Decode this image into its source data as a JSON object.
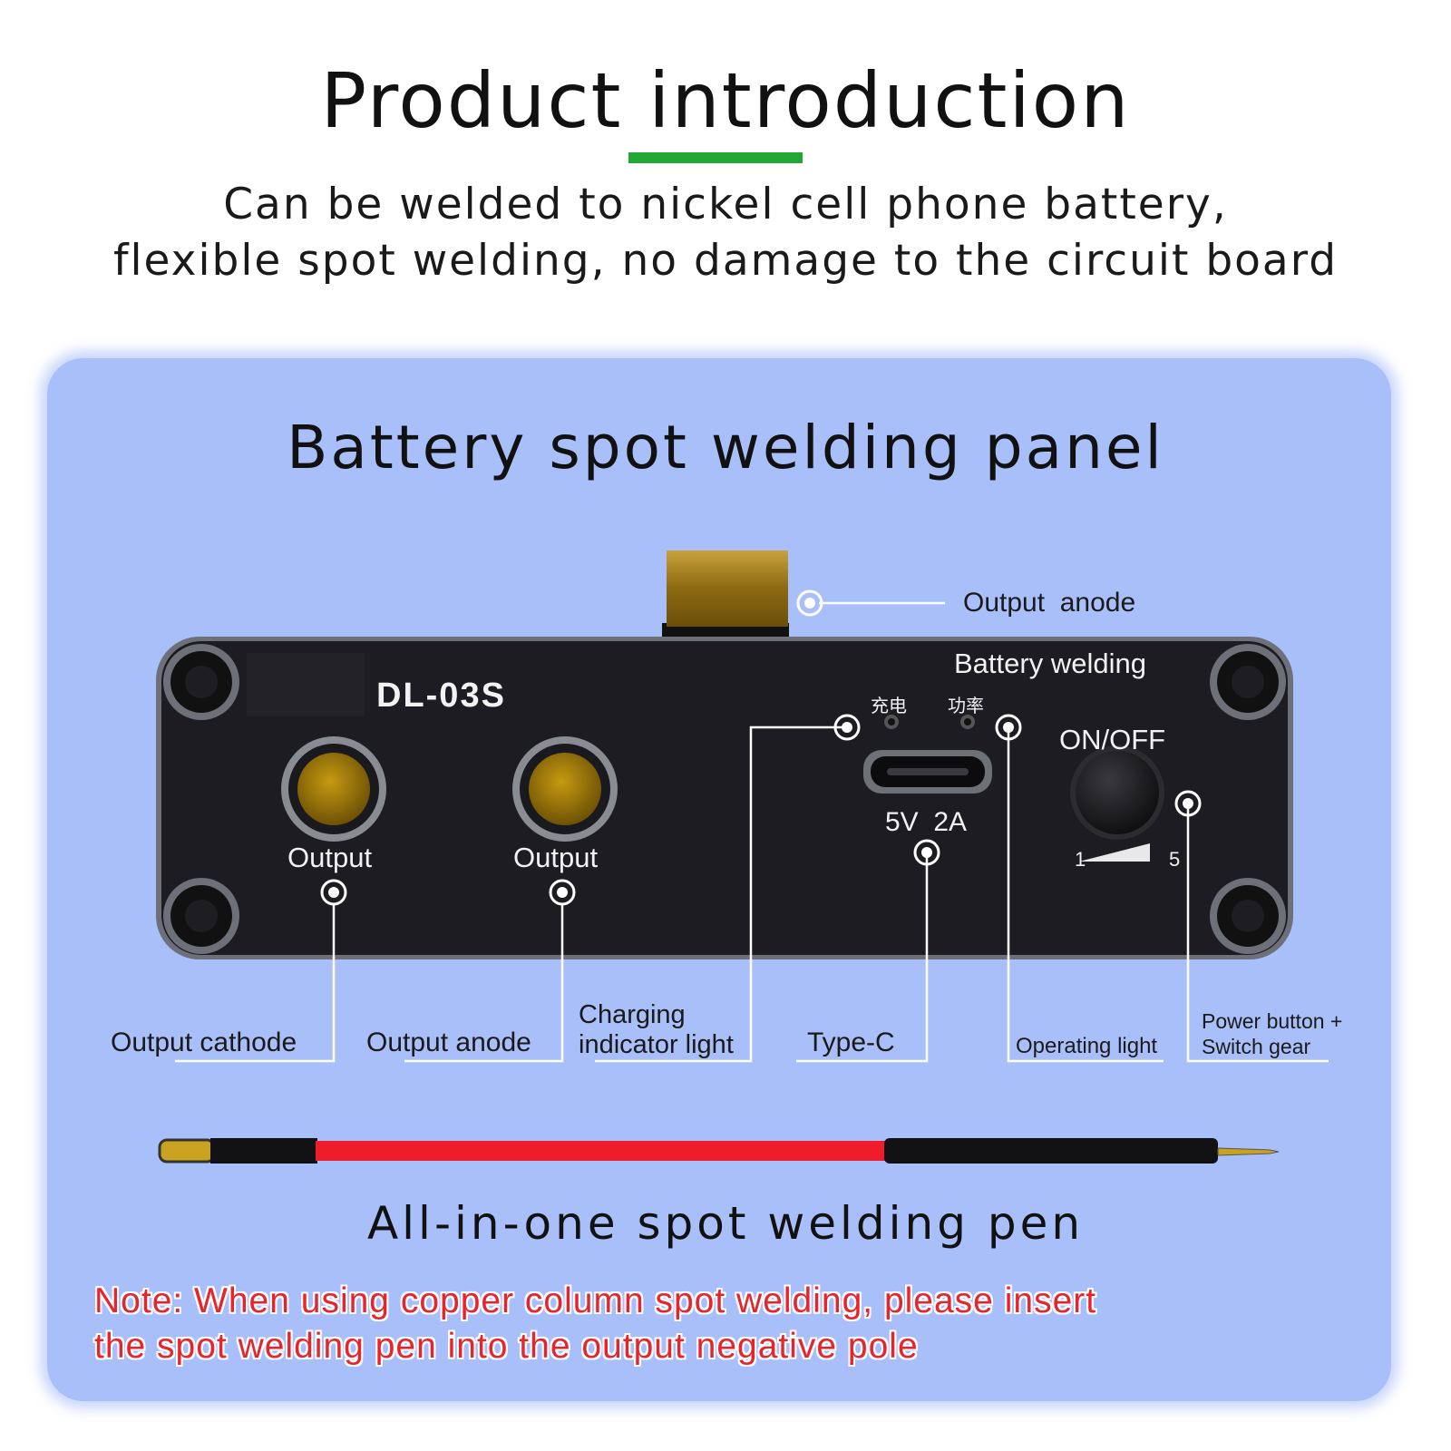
{
  "header": {
    "title": "Product introduction",
    "subtitle_lines": [
      "Can be welded to nickel cell phone battery,",
      "flexible spot welding, no damage to the circuit board"
    ],
    "accent_color": "#22a735"
  },
  "panel": {
    "title": "Battery spot welding panel",
    "card_color": "#a9bff9",
    "device": {
      "model": "DL-03S",
      "brand_text": "Battery welding",
      "charge_cn": "充电",
      "power_cn": "功率",
      "onoff": "ON/OFF",
      "output_left": "Output",
      "output_right": "Output",
      "typec_spec": "5V  2A",
      "gear_min": "1",
      "gear_max": "5"
    },
    "callouts": {
      "output_anode_top": "Output  anode",
      "output_cathode": "Output cathode",
      "output_anode": "Output anode",
      "charging_indicator": [
        "Charging",
        "indicator light"
      ],
      "type_c": "Type-C",
      "operating_light": "Operating light",
      "power_button": [
        "Power button +",
        "Switch gear"
      ]
    }
  },
  "pen": {
    "title": "All-in-one spot welding pen",
    "cable_color": "#ef1c2c"
  },
  "note": {
    "lines": [
      "Note: When using copper column spot welding, please insert",
      "the spot welding pen into the output negative pole"
    ],
    "color": "#e8242a"
  }
}
